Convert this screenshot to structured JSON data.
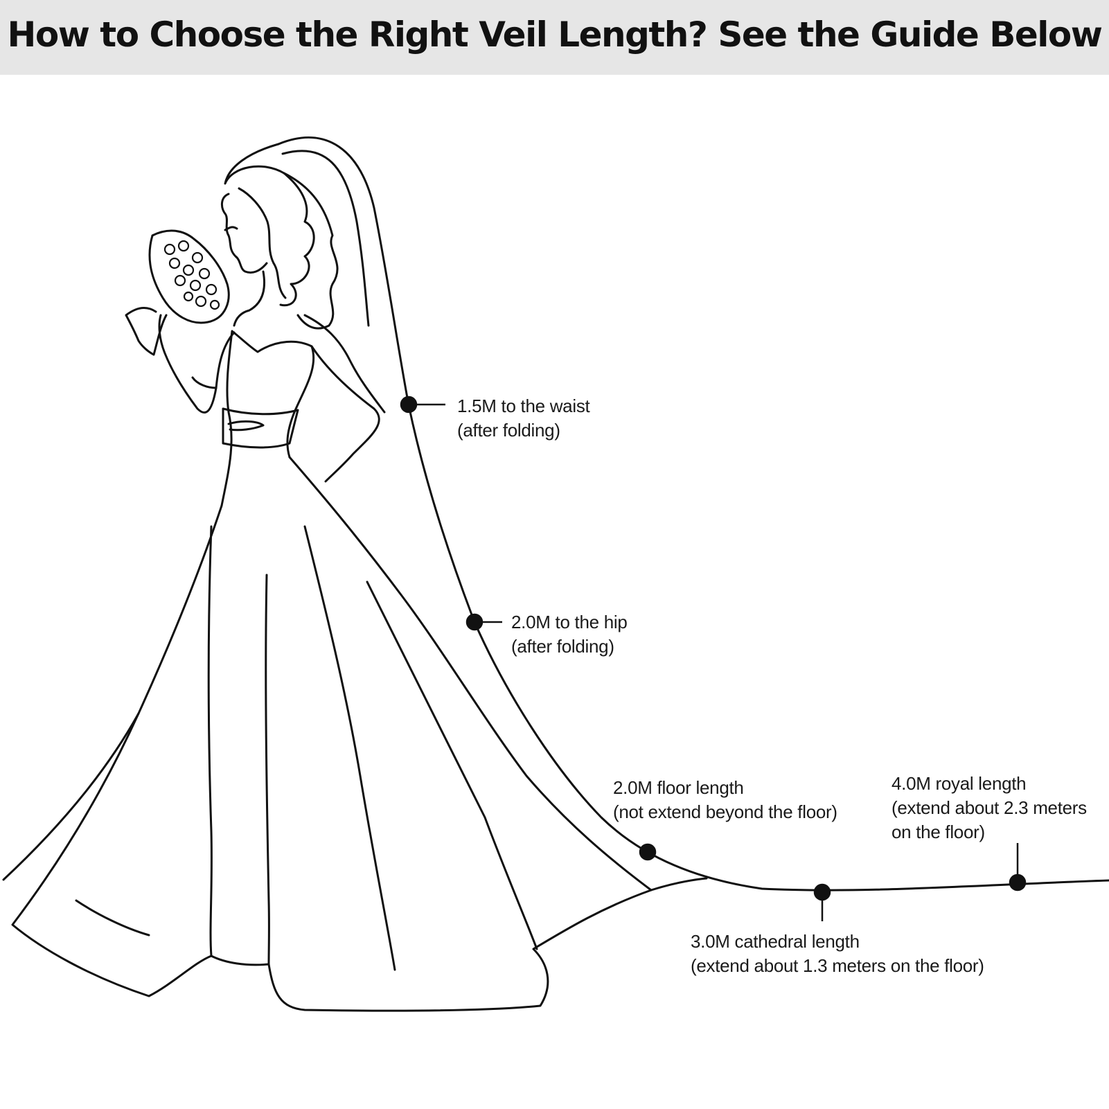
{
  "title": "How to Choose the Right Veil Length? See the Guide Below",
  "colors": {
    "header_bg": "#e6e6e6",
    "ink": "#111111"
  },
  "illustration": "bride-silhouette-icon",
  "callouts": [
    {
      "id": "waist",
      "length": "1.5M to the waist",
      "note": "(after folding)"
    },
    {
      "id": "hip",
      "length": "2.0M to the hip",
      "note": "(after folding)"
    },
    {
      "id": "floor",
      "length": "2.0M floor length",
      "note": "(not extend beyond the floor)"
    },
    {
      "id": "cathedral",
      "length": "3.0M cathedral length",
      "note": "(extend about 1.3 meters on the floor)"
    },
    {
      "id": "royal",
      "length": "4.0M royal length",
      "note": "(extend about 2.3 meters",
      "note2": "on the floor)"
    }
  ]
}
